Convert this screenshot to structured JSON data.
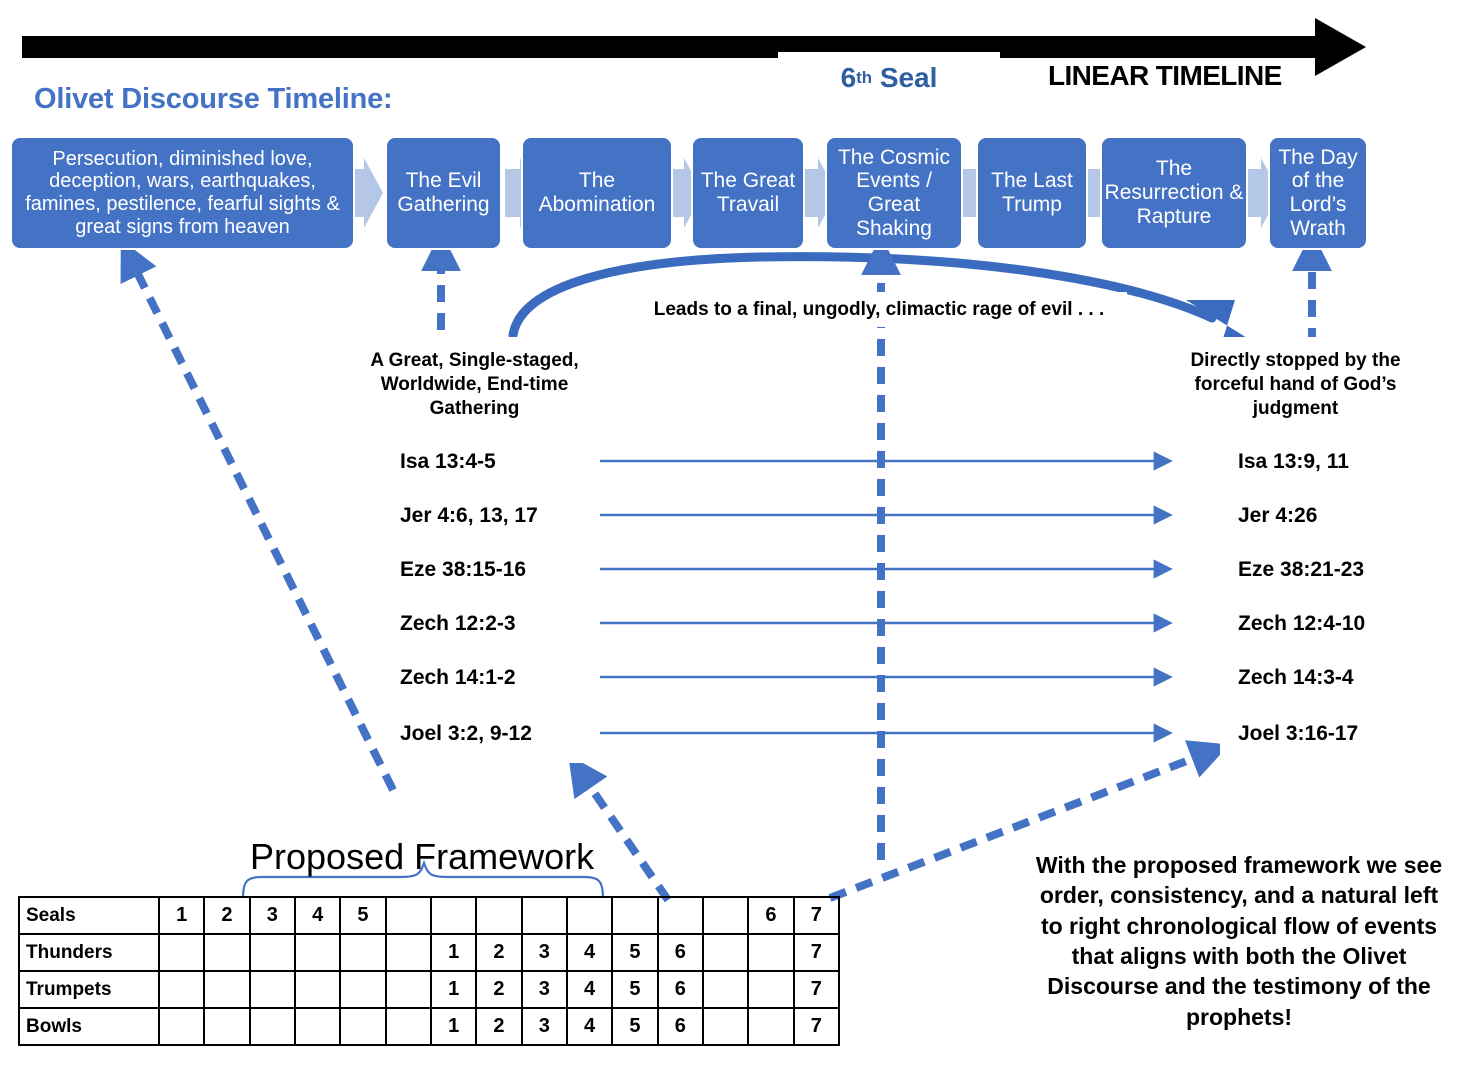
{
  "header": {
    "timeline_arrow_label": "LINEAR TIMELINE",
    "title": "Olivet Discourse Timeline:",
    "seal_marker_num": "6",
    "seal_marker_ord": "th",
    "seal_marker_word": "Seal"
  },
  "colors": {
    "box_fill": "#4472C4",
    "chevron": "#B4C7E7",
    "accent_blue": "#4472C4",
    "title_blue": "#4472C4",
    "arrow_black": "#000000"
  },
  "timeline": {
    "boxes": [
      {
        "label": "Persecution, diminished love, deception, wars, earthquakes, famines, pestilence, fearful sights & great signs from heaven"
      },
      {
        "label": "The Evil Gathering"
      },
      {
        "label": "The Abomination"
      },
      {
        "label": "The Great Travail"
      },
      {
        "label": "The Cosmic Events / Great Shaking"
      },
      {
        "label": "The Last Trump"
      },
      {
        "label": "The Resurrection & Rapture"
      },
      {
        "label": "The Day of the Lord’s Wrath"
      }
    ]
  },
  "notes": {
    "gathering": "A Great, Single-staged, Worldwide, End-time Gathering",
    "leads_to": "Leads to a final, ungodly, climactic rage of evil . . .",
    "stopped_by": "Directly stopped by the forceful hand of God’s judgment",
    "conclusion": "With the proposed framework we see order, consistency, and a natural left to right chronological flow of events that aligns with both the Olivet Discourse and the testimony of the prophets!"
  },
  "scriptures": {
    "left": [
      "Isa 13:4-5",
      "Jer 4:6, 13, 17",
      "Eze 38:15-16",
      "Zech 12:2-3",
      "Zech 14:1-2",
      "Joel 3:2, 9-12"
    ],
    "right": [
      "Isa 13:9, 11",
      "Jer 4:26",
      "Eze 38:21-23",
      "Zech 12:4-10",
      "Zech 14:3-4",
      "Joel 3:16-17"
    ]
  },
  "framework": {
    "title": "Proposed Framework",
    "rows": [
      {
        "label": "Seals",
        "cells": [
          "1",
          "2",
          "3",
          "4",
          "5",
          "",
          "",
          "",
          "",
          "",
          "",
          "",
          "",
          "6",
          "7"
        ]
      },
      {
        "label": "Thunders",
        "cells": [
          "",
          "",
          "",
          "",
          "",
          "",
          "1",
          "2",
          "3",
          "4",
          "5",
          "6",
          "",
          "",
          "7"
        ]
      },
      {
        "label": "Trumpets",
        "cells": [
          "",
          "",
          "",
          "",
          "",
          "",
          "1",
          "2",
          "3",
          "4",
          "5",
          "6",
          "",
          "",
          "7"
        ]
      },
      {
        "label": "Bowls",
        "cells": [
          "",
          "",
          "",
          "",
          "",
          "",
          "1",
          "2",
          "3",
          "4",
          "5",
          "6",
          "",
          "",
          "7"
        ]
      }
    ]
  }
}
